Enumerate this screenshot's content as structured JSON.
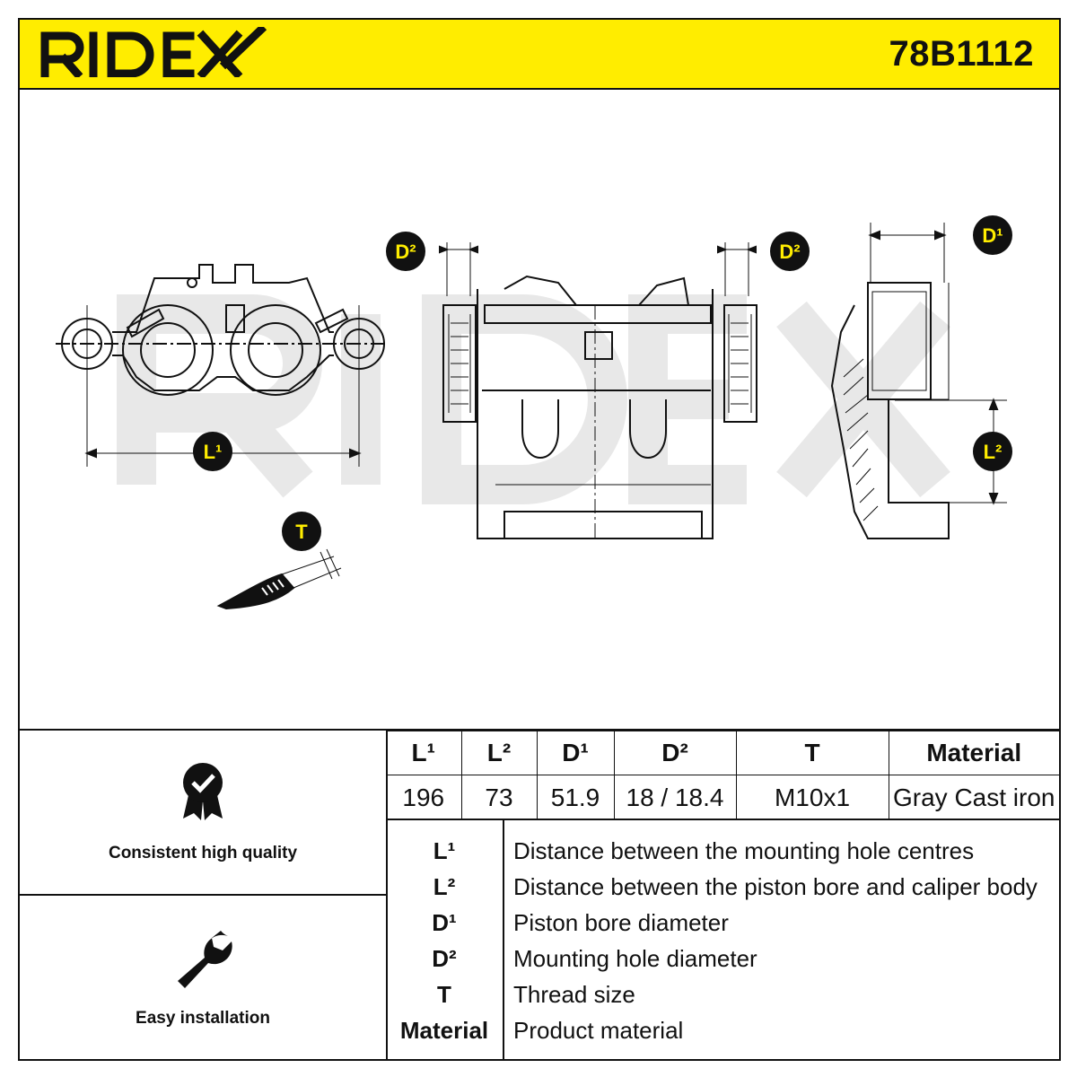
{
  "header": {
    "brand": "RIDEX",
    "part_number": "78B1112"
  },
  "colors": {
    "accent_yellow": "#ffed00",
    "ink": "#111111",
    "watermark": "#e6e6e6"
  },
  "drawing": {
    "watermark_text": "RIDEX",
    "badges": {
      "l1": "L¹",
      "l2": "L²",
      "d1": "D¹",
      "d2_left": "D²",
      "d2_right": "D²",
      "t": "T"
    }
  },
  "features": [
    {
      "label": "Consistent high quality",
      "icon": "quality-badge-icon"
    },
    {
      "label": "Easy installation",
      "icon": "wrench-icon"
    }
  ],
  "specs": {
    "headers": [
      "L¹",
      "L²",
      "D¹",
      "D²",
      "T",
      "Material"
    ],
    "values": [
      "196",
      "73",
      "51.9",
      "18 / 18.4",
      "M10x1",
      "Gray Cast iron"
    ]
  },
  "legend": [
    {
      "key": "L¹",
      "desc": "Distance between the mounting hole centres"
    },
    {
      "key": "L²",
      "desc": "Distance between the piston bore and caliper body"
    },
    {
      "key": "D¹",
      "desc": "Piston bore diameter"
    },
    {
      "key": "D²",
      "desc": "Mounting hole diameter"
    },
    {
      "key": "T",
      "desc": "Thread size"
    },
    {
      "key": "Material",
      "desc": "Product material"
    }
  ]
}
